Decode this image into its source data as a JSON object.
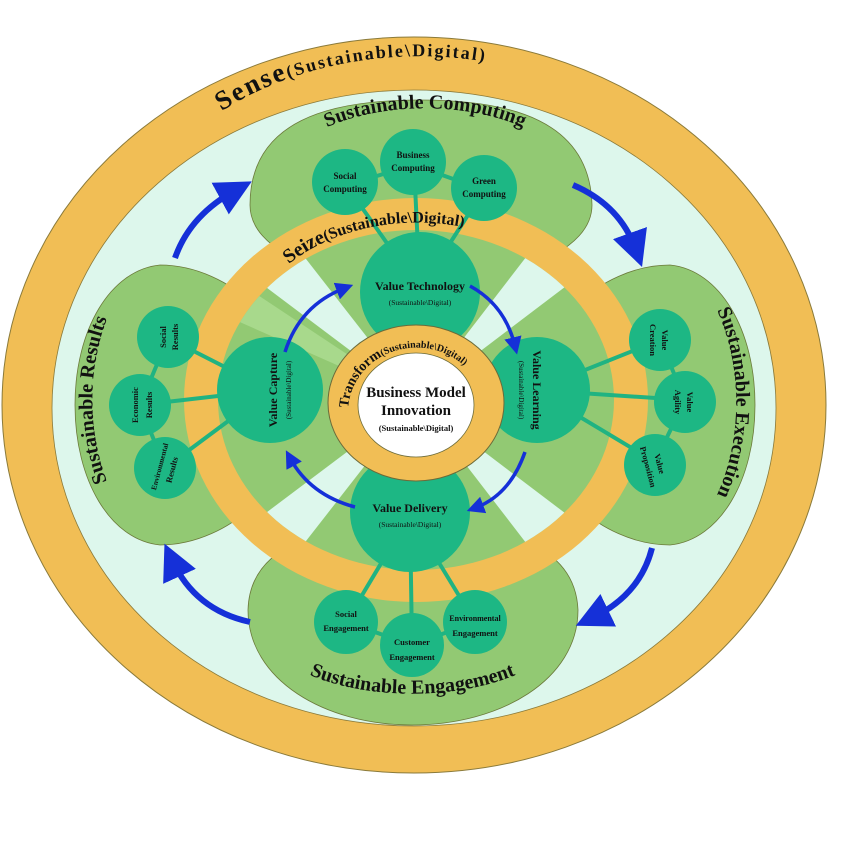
{
  "diagram": {
    "colors": {
      "sense_ring": "#F1BE55",
      "mint_background": "#DDF7EC",
      "petal_green": "#92C973",
      "node_teal": "#1DB784",
      "connector": "#20B382",
      "arrow_blue": "#1530D8",
      "center_white": "#FFFFFF",
      "outline": "#6b6b3a"
    },
    "rings": {
      "sense": {
        "label": "Sense",
        "suffix": "(Sustainable\\Digital)"
      },
      "seize": {
        "label": "Seize",
        "suffix": "(Sustainable\\Digital)"
      },
      "transform": {
        "label": "Transform",
        "suffix": "(Sustainable\\Digital)"
      }
    },
    "center": {
      "title_line1": "Business Model",
      "title_line2": "Innovation",
      "subtitle": "(Sustainable\\Digital)"
    },
    "value_nodes": {
      "technology": {
        "title": "Value Technology",
        "subtitle": "(Sustainable\\Digital)"
      },
      "capture": {
        "title": "Value Capture",
        "subtitle": "(Sustainable\\Digital)"
      },
      "learning": {
        "title": "Value Learning",
        "subtitle": "(Sustainable\\Digital)"
      },
      "delivery": {
        "title": "Value Delivery",
        "subtitle": "(Sustainable\\Digital)"
      }
    },
    "petals": {
      "computing": {
        "title": "Sustainable Computing",
        "nodes": [
          {
            "line1": "Social",
            "line2": "Computing"
          },
          {
            "line1": "Business",
            "line2": "Computing"
          },
          {
            "line1": "Green",
            "line2": "Computing"
          }
        ]
      },
      "execution": {
        "title": "Sustainable Execution",
        "nodes": [
          {
            "line1": "Value",
            "line2": "Creation"
          },
          {
            "line1": "Value",
            "line2": "Agility"
          },
          {
            "line1": "Value",
            "line2": "Proposition"
          }
        ]
      },
      "engagement": {
        "title": "Sustainable Engagement",
        "nodes": [
          {
            "line1": "Social",
            "line2": "Engagement"
          },
          {
            "line1": "Customer",
            "line2": "Engagement"
          },
          {
            "line1": "Environmental",
            "line2": "Engagement"
          }
        ]
      },
      "results": {
        "title": "Sustainable Results",
        "nodes": [
          {
            "line1": "Social",
            "line2": "Results"
          },
          {
            "line1": "Economic",
            "line2": "Results"
          },
          {
            "line1": "Environmental",
            "line2": "Results"
          }
        ]
      }
    },
    "arrows": {
      "outer_cycle": [
        "results-to-computing",
        "computing-to-execution",
        "execution-to-engagement",
        "engagement-to-results"
      ],
      "inner_cycle": [
        "capture-to-technology",
        "technology-to-learning",
        "learning-to-delivery",
        "delivery-to-capture"
      ]
    }
  }
}
